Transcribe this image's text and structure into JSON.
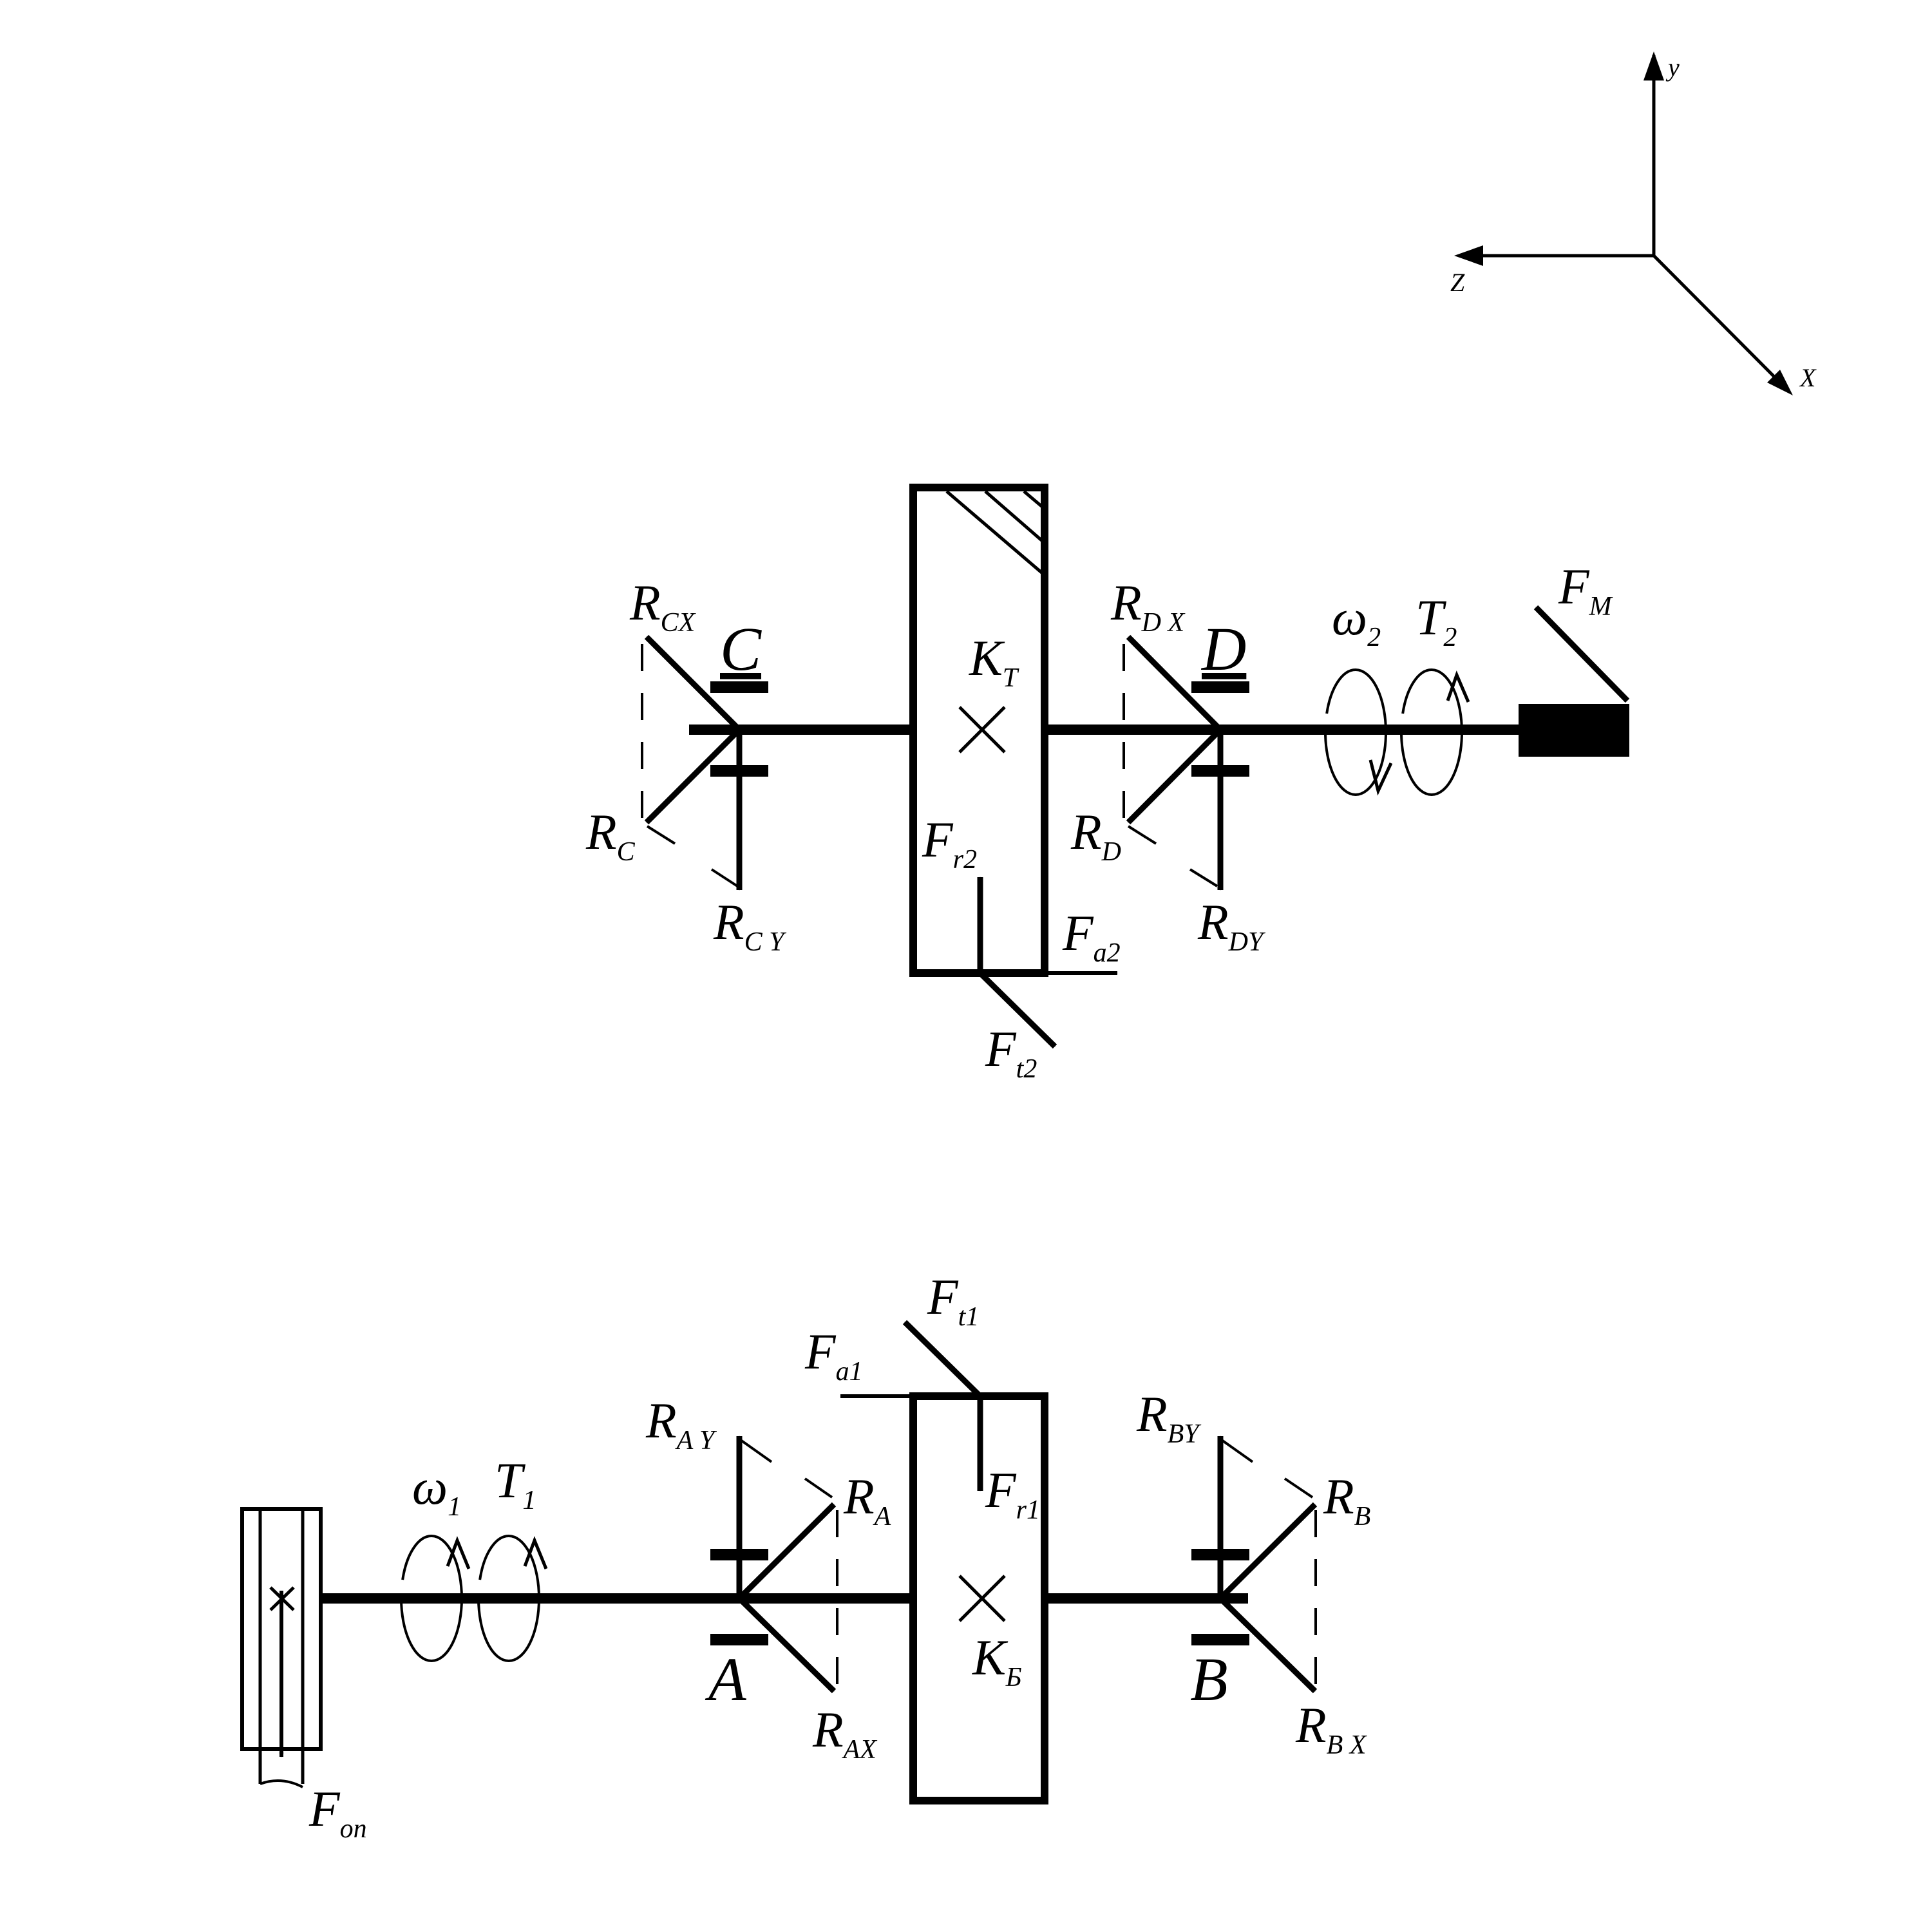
{
  "axes": {
    "y": "y",
    "z": "Z",
    "x": "X"
  },
  "top_shaft": {
    "gear": "К",
    "gear_sub": "Т",
    "point_c": "C",
    "point_d": "D",
    "rcx": "R",
    "rcx_sub": "CX",
    "rc": "R",
    "rc_sub": "C",
    "rcy": "R",
    "rcy_sub": "C Y",
    "rdx": "R",
    "rdx_sub": "D X",
    "rd": "R",
    "rd_sub": "D",
    "rdy": "R",
    "rdy_sub": "DY",
    "fr2": "F",
    "fr2_sub": "r2",
    "fa2": "F",
    "fa2_sub": "a2",
    "ft2": "F",
    "ft2_sub": "t2",
    "omega": "ω",
    "omega_sub": "2",
    "torque": "T",
    "torque_sub": "2",
    "fm": "F",
    "fm_sub": "М"
  },
  "bottom_shaft": {
    "gear": "К",
    "gear_sub": "Б",
    "point_a": "A",
    "point_b": "B",
    "ft1": "F",
    "ft1_sub": "t1",
    "fa1": "F",
    "fa1_sub": "a1",
    "fr1": "F",
    "fr1_sub": "r1",
    "ray": "R",
    "ray_sub": "A Y",
    "ra": "R",
    "ra_sub": "A",
    "rax": "R",
    "rax_sub": "AX",
    "rby": "R",
    "rby_sub": "BY",
    "rb": "R",
    "rb_sub": "B",
    "rbx": "R",
    "rbx_sub": "B X",
    "omega": "ω",
    "omega_sub": "1",
    "torque": "T",
    "torque_sub": "1",
    "fop": "F",
    "fop_sub": "оп"
  }
}
